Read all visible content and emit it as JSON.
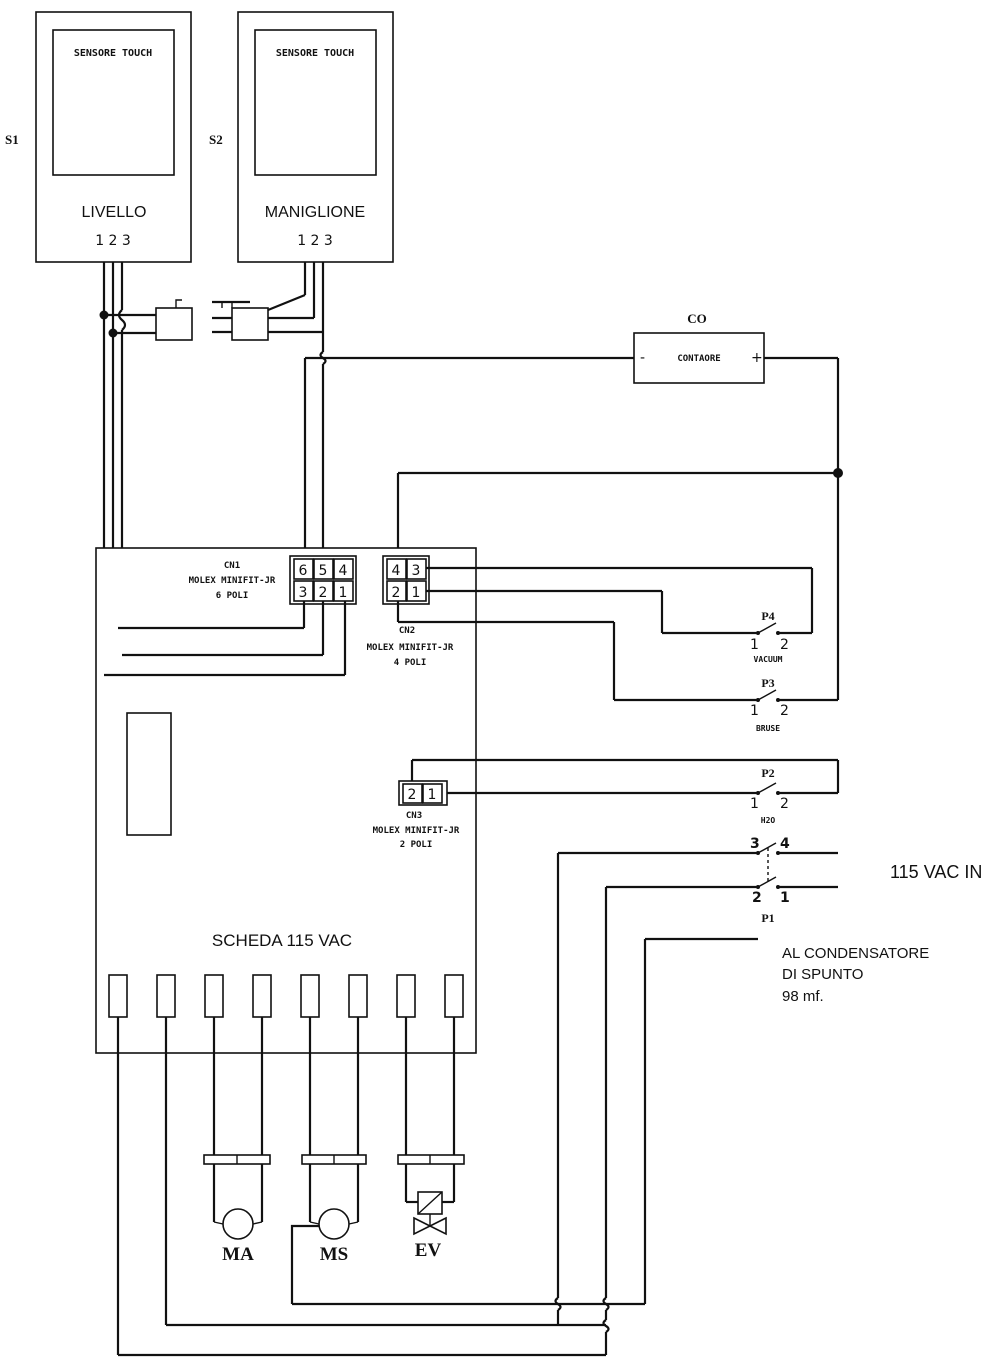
{
  "sensors": {
    "s1": {
      "id": "S1",
      "screen": "SENSORE TOUCH",
      "name": "LIVELLO",
      "pins": "1 2 3"
    },
    "s2": {
      "id": "S2",
      "screen": "SENSORE TOUCH",
      "name": "MANIGLIONE",
      "pins": "1 2 3"
    }
  },
  "counter": {
    "id": "CO",
    "label": "CONTAORE",
    "minus": "-",
    "plus": "+"
  },
  "connectors": {
    "cn1": {
      "id": "CN1",
      "line1": "MOLEX MINIFIT-JR",
      "line2": "6 POLI",
      "top_pins": [
        "6",
        "5",
        "4"
      ],
      "bottom_pins": [
        "3",
        "2",
        "1"
      ]
    },
    "cn2": {
      "id": "CN2",
      "line1": "MOLEX MINIFIT-JR",
      "line2": "4 POLI",
      "top_pins": [
        "4",
        "3"
      ],
      "bottom_pins": [
        "2",
        "1"
      ]
    },
    "cn3": {
      "id": "CN3",
      "line1": "MOLEX MINIFIT-JR",
      "line2": "2 POLI",
      "pins": [
        "2",
        "1"
      ]
    }
  },
  "switches": {
    "p4": {
      "id": "P4",
      "pin_a": "1",
      "pin_b": "2",
      "label": "VACUUM"
    },
    "p3": {
      "id": "P3",
      "pin_a": "1",
      "pin_b": "2",
      "label": "BRUSE"
    },
    "p2": {
      "id": "P2",
      "pin_a": "1",
      "pin_b": "2",
      "label": "H2O"
    },
    "p1": {
      "id": "P1",
      "pin_3": "3",
      "pin_4": "4",
      "pin_2": "2",
      "pin_1": "1"
    }
  },
  "board": {
    "label": "SCHEDA 115 VAC"
  },
  "power": {
    "label": "115 VAC IN"
  },
  "capacitor_note": {
    "line1": "AL CONDENSATORE",
    "line2": "DI SPUNTO",
    "line3": "98 mf."
  },
  "loads": {
    "ma": "MA",
    "ms": "MS",
    "ev": "EV"
  }
}
